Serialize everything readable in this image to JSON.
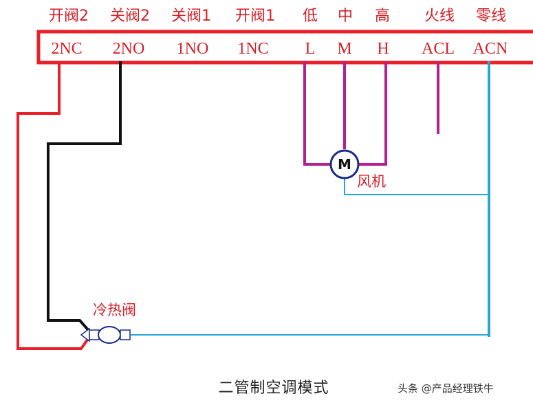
{
  "terminal_block": {
    "terminals": [
      {
        "function": "开阀2",
        "code": "2NC"
      },
      {
        "function": "关阀2",
        "code": "2NO"
      },
      {
        "function": "关阀1",
        "code": "1NO"
      },
      {
        "function": "开阀1",
        "code": "1NC"
      },
      {
        "function": "低",
        "code": "L"
      },
      {
        "function": "中",
        "code": "M"
      },
      {
        "function": "高",
        "code": "H"
      },
      {
        "function": "火线",
        "code": "ACL"
      },
      {
        "function": "零线",
        "code": "ACN"
      }
    ],
    "border_color": "#e8202a"
  },
  "fan": {
    "symbol_letter": "M",
    "label": "风机"
  },
  "valve": {
    "label": "冷热阀"
  },
  "caption": "二管制空调模式",
  "watermark": "头条 @产品经理铁牛",
  "colors": {
    "red": "#e8202a",
    "black": "#111111",
    "magenta": "#b3208f",
    "cyan": "#2aa6d6",
    "motor_stroke": "#1a2a8a"
  }
}
